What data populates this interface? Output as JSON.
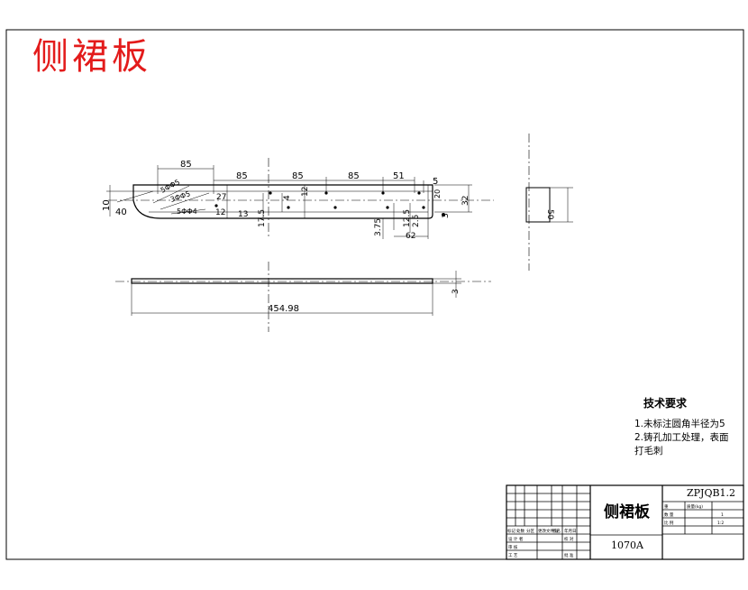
{
  "drawing": {
    "title": "侧裙板",
    "requirements": {
      "heading": "技术要求",
      "items": [
        "1.未标注圆角半径为5",
        "2.铸孔加工处理，表面",
        "打毛刺"
      ]
    },
    "title_block": {
      "part_name": "侧裙板",
      "drawing_no": "ZPJQB1.2",
      "material": "1070A",
      "scale": "1:2",
      "count": "1",
      "weight_label": "重",
      "weight_unit": "质量(kg)",
      "row_labels": [
        "数 量",
        "比 例"
      ],
      "left_labels": [
        "标记",
        "处数",
        "分区",
        "更改文件号",
        "签名",
        "年月日"
      ],
      "sign_labels": [
        "设 计 者",
        "校 对",
        "审 核",
        "工 艺",
        "批 准"
      ]
    },
    "dimensions": {
      "top_row": [
        "85",
        "85",
        "85",
        "85",
        "51",
        "5"
      ],
      "left": [
        "10",
        "40"
      ],
      "holes": [
        "5ΦΦ5",
        "3ΦΦ5",
        "5ΦΦ4"
      ],
      "small": [
        "27",
        "12",
        "13",
        "4",
        "12",
        "17.5"
      ],
      "right_side": [
        "32",
        "20",
        "3.75",
        "12.5",
        "2.5",
        "62",
        "3"
      ],
      "side_view": "50",
      "length": "454.98",
      "thickness": "3"
    }
  }
}
